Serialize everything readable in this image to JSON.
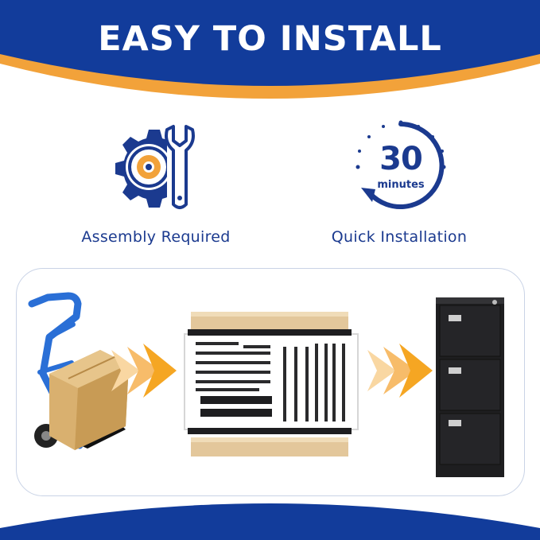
{
  "banner": {
    "title": "EASY TO INSTALL",
    "colors": {
      "blue": "#123c9b",
      "orange": "#f2a23a"
    }
  },
  "features": [
    {
      "label": "Assembly Required",
      "icon": "gear-wrench-icon"
    },
    {
      "label": "Quick Installation",
      "icon": "clock-icon",
      "number": "30",
      "unit": "minutes"
    }
  ],
  "process": {
    "steps": [
      "hand-truck-with-box",
      "disassembled-cabinet-parts",
      "assembled-file-cabinet"
    ],
    "arrow_icon": "chevron-right-icon",
    "colors": {
      "arrow": "#f5a623",
      "cabinet": "#1e1e20",
      "box": "#d9b06f",
      "truck": "#2a6fd6"
    }
  },
  "colors": {
    "text_blue": "#1b3a8f"
  }
}
